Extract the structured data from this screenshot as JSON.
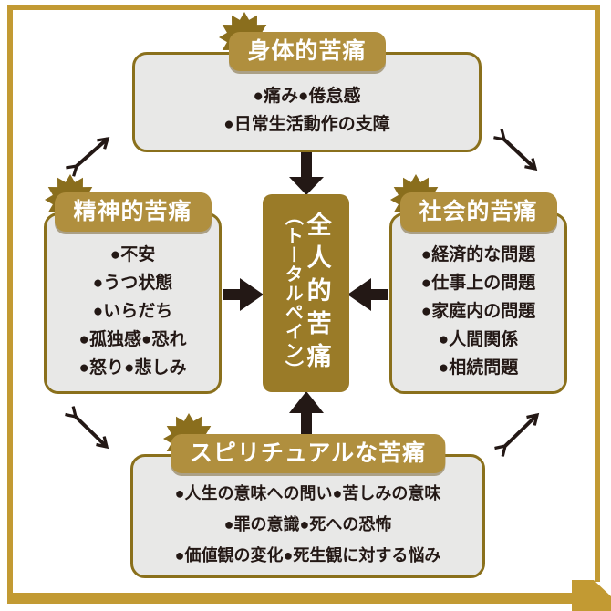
{
  "colors": {
    "frame_gold": "#c29a33",
    "pill_gold": "#b08f3e",
    "starburst_gold": "#8a6e1d",
    "center_gold": "#9a7b28",
    "box_border_gold": "#8a701c",
    "box_fill_gray": "#e8e8e7",
    "arrow_black": "#231815",
    "text_black": "#231815",
    "pill_text_white": "#ffffff"
  },
  "icons": {
    "starburst": "starburst-icon",
    "solid_arrow": "solid-arrow-icon",
    "double_arrow": "double-headed-arrow-icon"
  },
  "center_box": {
    "main": "全人的苦痛",
    "sub": "（トータルペイン）"
  },
  "boxes": {
    "physical": {
      "title": "身体的苦痛",
      "items": [
        "●痛み●倦怠感",
        "●日常生活動作の支障"
      ]
    },
    "mental": {
      "title": "精神的苦痛",
      "items": [
        "●不安",
        "●うつ状態",
        "●いらだち",
        "●孤独感●恐れ",
        "●怒り●悲しみ"
      ]
    },
    "social": {
      "title": "社会的苦痛",
      "items": [
        "●経済的な問題",
        "●仕事上の問題",
        "●家庭内の問題",
        "●人間関係",
        "●相続問題"
      ]
    },
    "spiritual": {
      "title": "スピリチュアルな苦痛",
      "items": [
        "●人生の意味への問い●苦しみの意味",
        "●罪の意識●死への恐怖",
        "●価値観の変化●死生観に対する悩み"
      ]
    }
  }
}
